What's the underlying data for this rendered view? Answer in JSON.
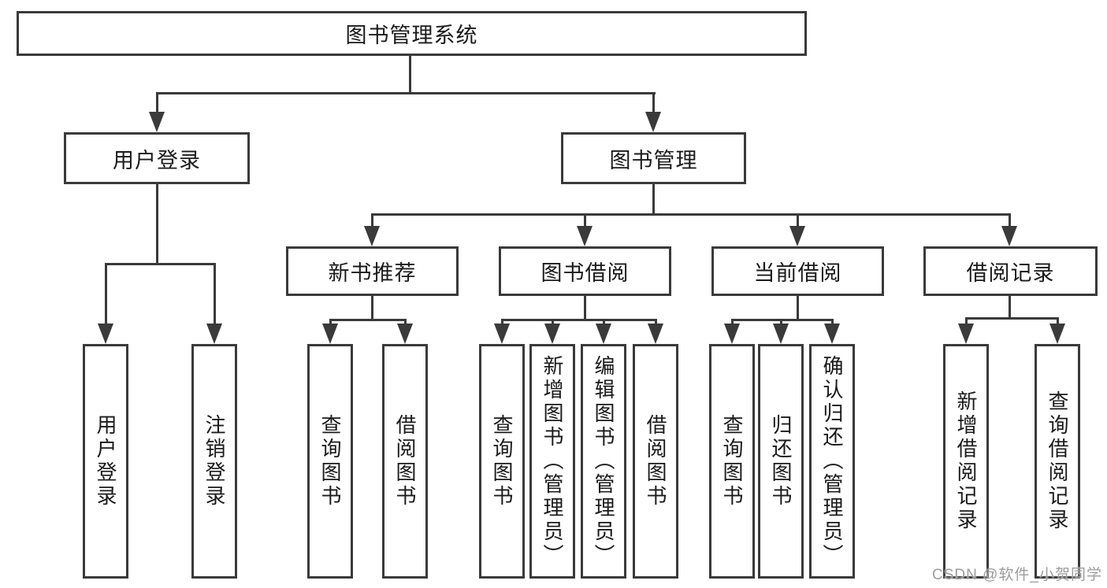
{
  "diagram": {
    "root": {
      "label": "图书管理系统"
    },
    "branches": [
      {
        "label": "用户登录",
        "children": [
          {
            "label": "用户登录"
          },
          {
            "label": "注销登录"
          }
        ]
      },
      {
        "label": "图书管理",
        "children": [
          {
            "label": "新书推荐",
            "children": [
              {
                "label": "查询图书"
              },
              {
                "label": "借阅图书"
              }
            ]
          },
          {
            "label": "图书借阅",
            "children": [
              {
                "label": "查询图书"
              },
              {
                "label": "新增图书（管理员）"
              },
              {
                "label": "编辑图书（管理员）"
              },
              {
                "label": "借阅图书"
              }
            ]
          },
          {
            "label": "当前借阅",
            "children": [
              {
                "label": "查询图书"
              },
              {
                "label": "归还图书"
              },
              {
                "label": "确认归还（管理员）"
              }
            ]
          },
          {
            "label": "借阅记录",
            "children": [
              {
                "label": "新增借阅记录"
              },
              {
                "label": "查询借阅记录"
              }
            ]
          }
        ]
      }
    ]
  },
  "watermark": {
    "text": "CSDN @软件_小贺同学"
  },
  "colors": {
    "line": "#3a3a3a",
    "box_border": "#3a3a3a",
    "box_fill": "#ffffff",
    "text": "#1a1a1a",
    "watermark": "#9c9c9c",
    "background": "#ffffff"
  }
}
